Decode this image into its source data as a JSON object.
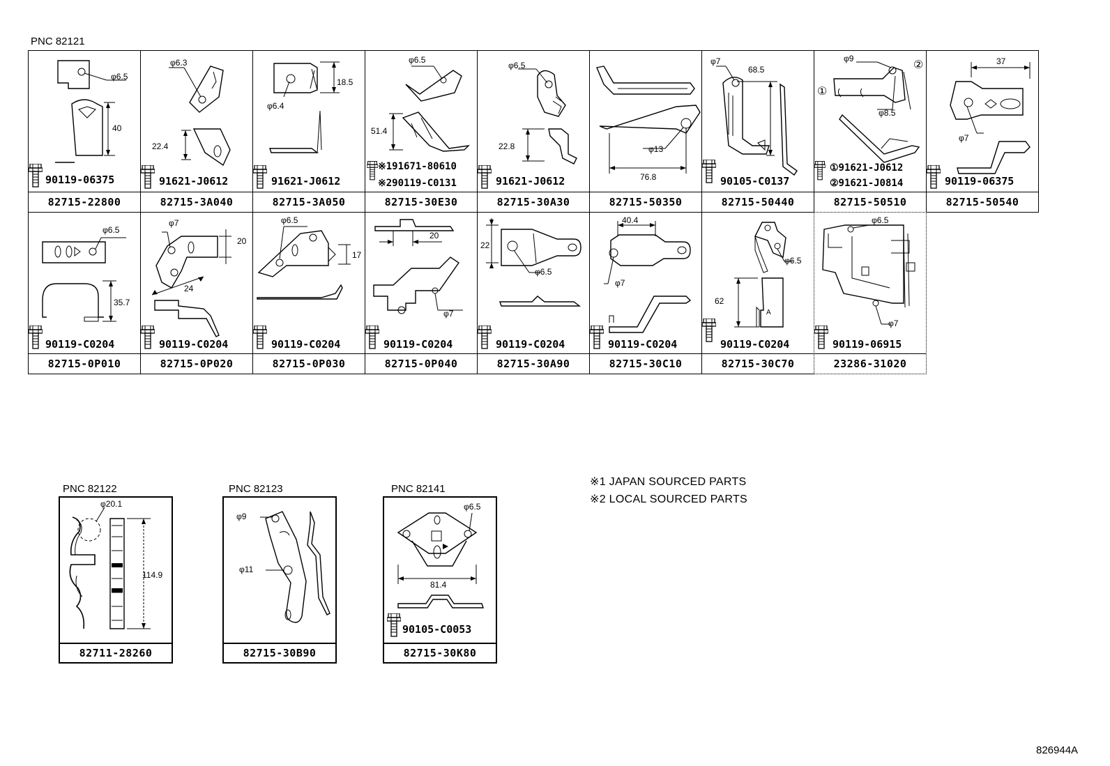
{
  "sections": {
    "pnc_82121": "PNC 82121",
    "pnc_82122": "PNC 82122",
    "pnc_82123": "PNC 82123",
    "pnc_82141": "PNC 82141"
  },
  "row1": [
    {
      "part": "82715-22800",
      "fastener": "90119-06375",
      "dims": [
        "φ6.5",
        "40"
      ]
    },
    {
      "part": "82715-3A040",
      "fastener": "91621-J0612",
      "dims": [
        "φ6.3",
        "22.4"
      ]
    },
    {
      "part": "82715-3A050",
      "fastener": "91621-J0612",
      "dims": [
        "18.5",
        "φ6.4"
      ]
    },
    {
      "part": "82715-30E30",
      "fastener_1": "※191671-80610",
      "fastener_2": "※290119-C0131",
      "dims": [
        "φ6.5",
        "51.4"
      ]
    },
    {
      "part": "82715-30A30",
      "fastener": "91621-J0612",
      "dims": [
        "φ6.5",
        "22.8"
      ]
    },
    {
      "part": "82715-50350",
      "dims": [
        "φ13",
        "76.8"
      ]
    },
    {
      "part": "82715-50440",
      "fastener": "90105-C0137",
      "dims": [
        "φ7",
        "68.5"
      ]
    },
    {
      "part": "82715-50510",
      "fastener_1": "①91621-J0612",
      "fastener_2": "②91621-J0814",
      "dims": [
        "φ9",
        "②",
        "①",
        "φ8.5"
      ]
    },
    {
      "part": "82715-50540",
      "fastener": "90119-06375",
      "dims": [
        "37",
        "φ7"
      ]
    }
  ],
  "row2": [
    {
      "part": "82715-0P010",
      "fastener": "90119-C0204",
      "dims": [
        "φ6.5",
        "35.7"
      ]
    },
    {
      "part": "82715-0P020",
      "fastener": "90119-C0204",
      "dims": [
        "φ7",
        "20",
        "24"
      ]
    },
    {
      "part": "82715-0P030",
      "fastener": "90119-C0204",
      "dims": [
        "φ6.5",
        "17"
      ]
    },
    {
      "part": "82715-0P040",
      "fastener": "90119-C0204",
      "dims": [
        "20",
        "φ7"
      ]
    },
    {
      "part": "82715-30A90",
      "fastener": "90119-C0204",
      "dims": [
        "22",
        "φ6.5"
      ]
    },
    {
      "part": "82715-30C10",
      "fastener": "90119-C0204",
      "dims": [
        "40.4",
        "φ7"
      ]
    },
    {
      "part": "82715-30C70",
      "fastener": "90119-C0204",
      "dims": [
        "φ6.5",
        "62",
        "A"
      ]
    },
    {
      "part": "23286-31020",
      "fastener": "90119-06915",
      "dims": [
        "φ6.5",
        "φ7"
      ]
    }
  ],
  "lower": [
    {
      "part": "82711-28260",
      "dims": [
        "φ20.1",
        "114.9"
      ]
    },
    {
      "part": "82715-30B90",
      "dims": [
        "φ9",
        "φ11"
      ]
    },
    {
      "part": "82715-30K80",
      "fastener": "90105-C0053",
      "dims": [
        "φ6.5",
        "81.4"
      ]
    }
  ],
  "notes": [
    "※1 JAPAN SOURCED PARTS",
    "※2 LOCAL SOURCED PARTS"
  ],
  "diagram_id": "826944A"
}
